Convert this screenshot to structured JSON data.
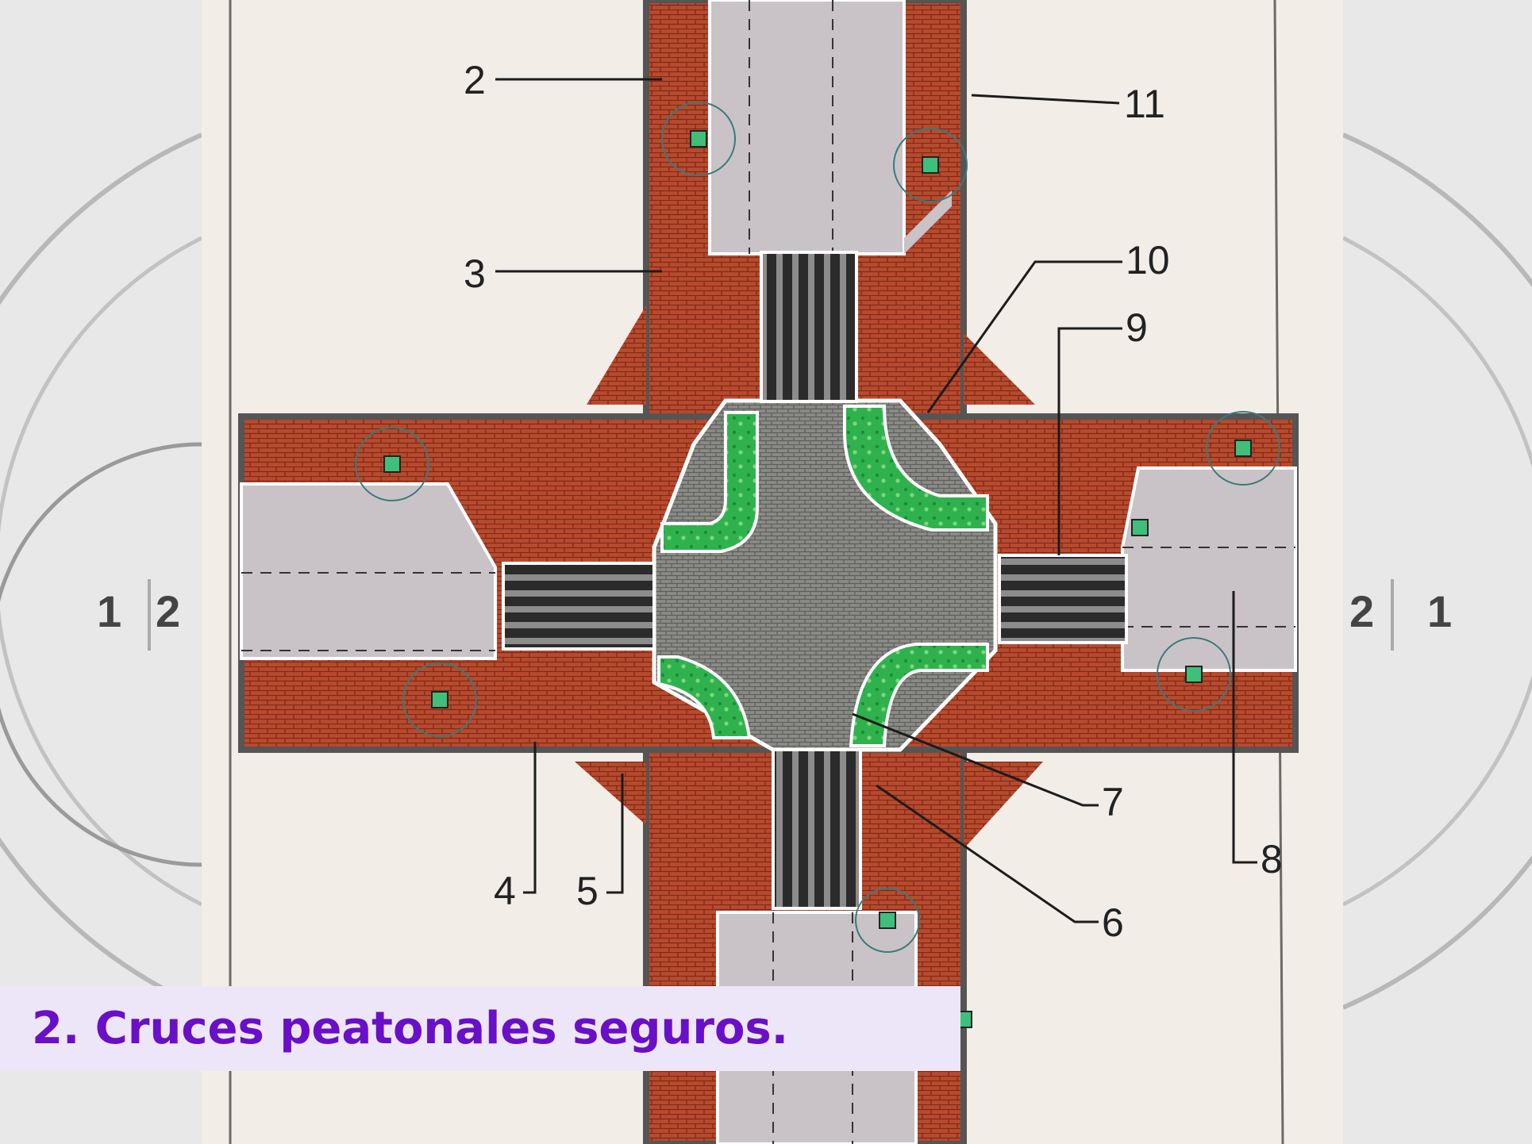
{
  "slide": {
    "title": "2. Cruces peatonales seguros."
  },
  "diagram": {
    "callouts": [
      "2",
      "3",
      "4",
      "5",
      "6",
      "7",
      "8",
      "9",
      "10",
      "11"
    ],
    "side_labels": {
      "left": [
        "1",
        "2"
      ],
      "right": [
        "2",
        "1"
      ]
    }
  },
  "colors": {
    "title_text": "#6a0fc8",
    "title_box": "#ece6f8",
    "road": "#c9c3c8",
    "brick": "#b84a2e",
    "curb": "#555555",
    "planting": "#2fb24e",
    "crosswalk": "#2b2b2b",
    "paper": "#f2ede6"
  }
}
